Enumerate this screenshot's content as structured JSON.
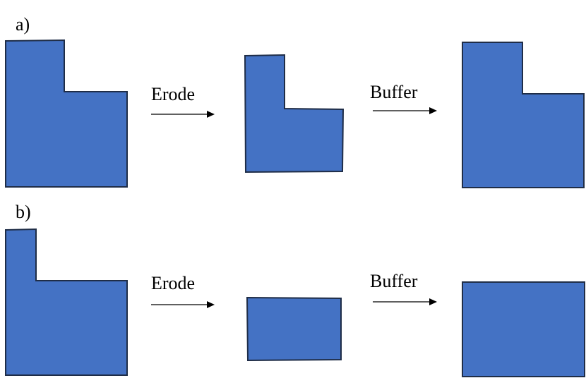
{
  "colors": {
    "shape_fill": "#4472C4",
    "shape_stroke": "#1F2D47",
    "arrow": "#000000"
  },
  "rows": [
    {
      "label": "a)",
      "steps": [
        {
          "operation": "Erode"
        },
        {
          "operation": "Buffer"
        }
      ]
    },
    {
      "label": "b)",
      "steps": [
        {
          "operation": "Erode"
        },
        {
          "operation": "Buffer"
        }
      ]
    }
  ]
}
